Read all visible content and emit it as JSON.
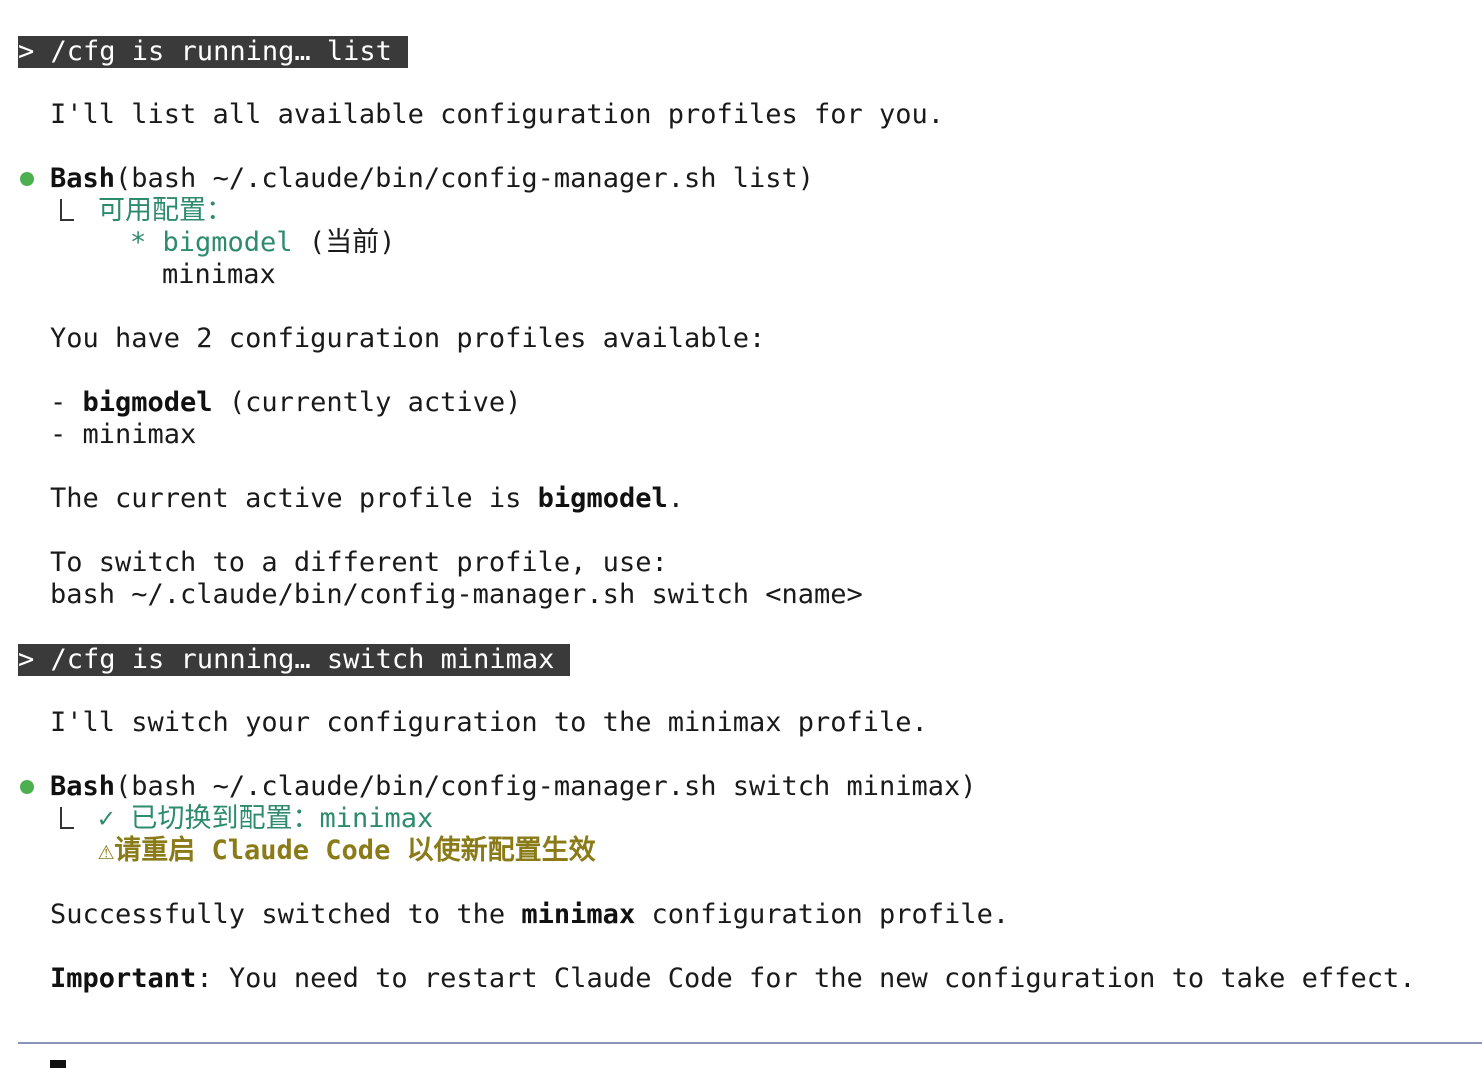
{
  "session": {
    "cmd1": "> /cfg is running… list",
    "intro1": "I'll list all available configuration profiles for you.",
    "tool1": {
      "name": "Bash",
      "args": "(bash ~/.claude/bin/config-manager.sh list)",
      "out_header": "可用配置：",
      "out_active_marker": "* ",
      "out_active_name": "bigmodel",
      "out_active_suffix": " (当前)",
      "out_other": "minimax"
    },
    "summary1": "You have 2 configuration profiles available:",
    "list": {
      "item1_prefix": "- ",
      "item1_bold": "bigmodel",
      "item1_suffix": " (currently active)",
      "item2": "- minimax"
    },
    "current": {
      "prefix": "The current active profile is ",
      "bold": "bigmodel",
      "suffix": "."
    },
    "switch_hint": {
      "line1": "To switch to a different profile, use:",
      "line2": "bash ~/.claude/bin/config-manager.sh switch <name>"
    },
    "cmd2": "> /cfg is running… switch minimax",
    "intro2": "I'll switch your configuration to the minimax profile.",
    "tool2": {
      "name": "Bash",
      "args": "(bash ~/.claude/bin/config-manager.sh switch minimax)",
      "out_success": "✓ 已切换到配置：minimax",
      "out_warning": "⚠请重启 Claude Code 以使新配置生效"
    },
    "result": {
      "prefix": "Successfully switched to the ",
      "bold": "minimax",
      "suffix": " configuration profile."
    },
    "important": {
      "bold": "Important",
      "text": ": You need to restart Claude Code for the new configuration to take effect."
    }
  },
  "colors": {
    "banner_bg": "#3a3a3a",
    "bullet": "#4caf50",
    "output_green": "#2e8b6e",
    "warning_olive": "#8a7b18",
    "divider": "#8a93b8"
  },
  "icons": {
    "tool_bullet": "green-dot",
    "output_branch": "tree-branch",
    "input_cursor": "block-cursor"
  }
}
